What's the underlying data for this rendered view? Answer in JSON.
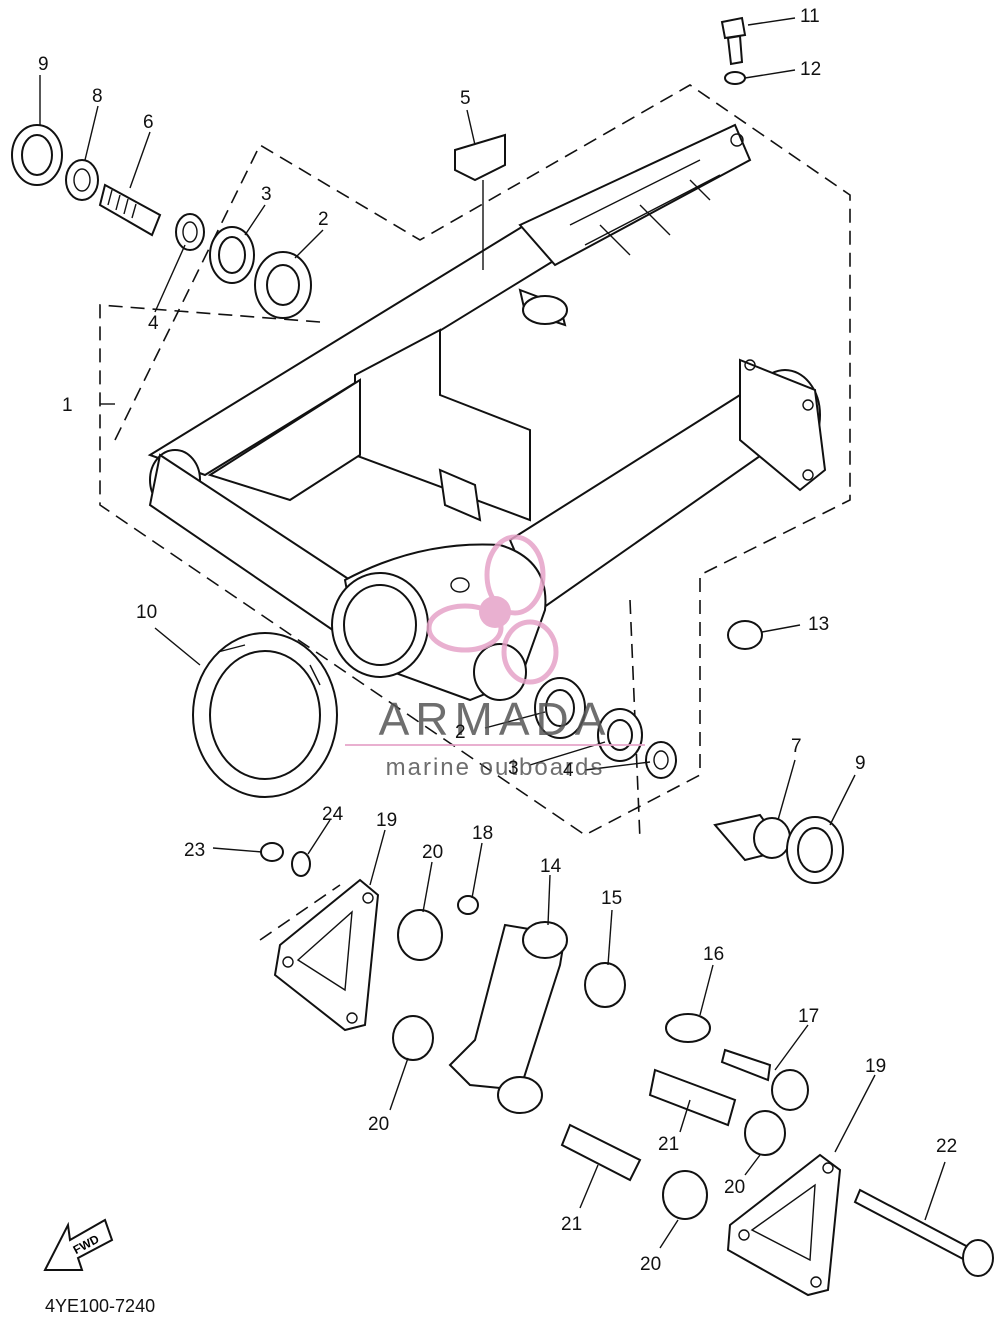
{
  "callouts": {
    "c1": "1",
    "c2a": "2",
    "c2b": "2",
    "c3a": "3",
    "c3b": "3",
    "c4a": "4",
    "c4b": "4",
    "c5": "5",
    "c6": "6",
    "c7": "7",
    "c8": "8",
    "c9a": "9",
    "c9b": "9",
    "c10": "10",
    "c11": "11",
    "c12": "12",
    "c13": "13",
    "c14": "14",
    "c15": "15",
    "c16": "16",
    "c17": "17",
    "c18": "18",
    "c19a": "19",
    "c19b": "19",
    "c20a": "20",
    "c20b": "20",
    "c20c": "20",
    "c20d": "20",
    "c21a": "21",
    "c21b": "21",
    "c22": "22",
    "c23": "23",
    "c24": "24"
  },
  "fwd_label": "FWD",
  "diagram_code": "4YE100-7240",
  "watermark": {
    "brand": "ARMADA",
    "tagline": "marine outboards",
    "color": "#e6a3c8"
  }
}
